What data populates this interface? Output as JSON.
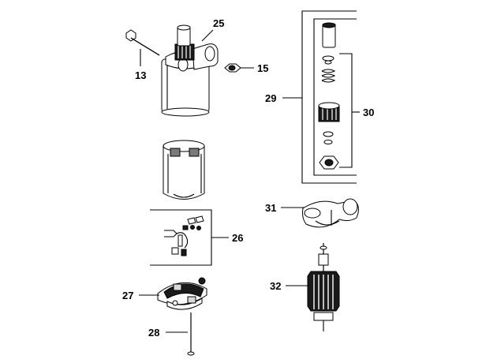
{
  "callouts": {
    "c13": "13",
    "c15": "15",
    "c25": "25",
    "c26": "26",
    "c27": "27",
    "c28": "28",
    "c29": "29",
    "c30": "30",
    "c31": "31",
    "c32": "32"
  }
}
